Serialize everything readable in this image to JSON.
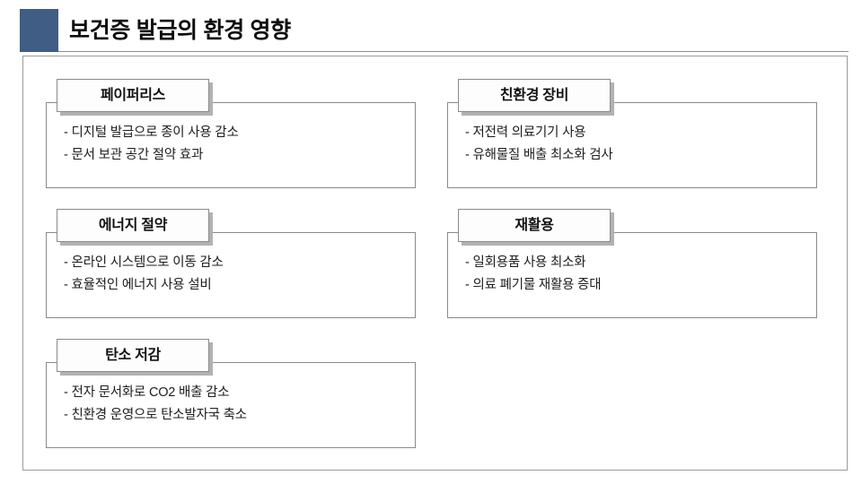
{
  "slide": {
    "title": "보건증 발급의 환경 영향",
    "accent_color": "#3f5d85",
    "frame_border_color": "#9b9b9b",
    "tab_shadow_color": "#b2b2b2",
    "background": "#ffffff"
  },
  "cards": [
    {
      "id": "paperless",
      "heading": "페이퍼리스",
      "bullets": [
        "- 디지털 발급으로 종이 사용 감소",
        "- 문서 보관 공간 절약 효과"
      ]
    },
    {
      "id": "eco-equipment",
      "heading": "친환경 장비",
      "bullets": [
        "- 저전력 의료기기 사용",
        "- 유해물질 배출 최소화 검사"
      ]
    },
    {
      "id": "energy-saving",
      "heading": "에너지 절약",
      "bullets": [
        "- 온라인 시스템으로 이동 감소",
        "- 효율적인 에너지 사용 설비"
      ]
    },
    {
      "id": "recycling",
      "heading": "재활용",
      "bullets": [
        "- 일회용품 사용 최소화",
        "- 의료 폐기물 재활용 증대"
      ]
    },
    {
      "id": "carbon-reduction",
      "heading": "탄소 저감",
      "bullets": [
        "- 전자 문서화로 CO2 배출 감소",
        "- 친환경 운영으로 탄소발자국 축소"
      ]
    }
  ]
}
